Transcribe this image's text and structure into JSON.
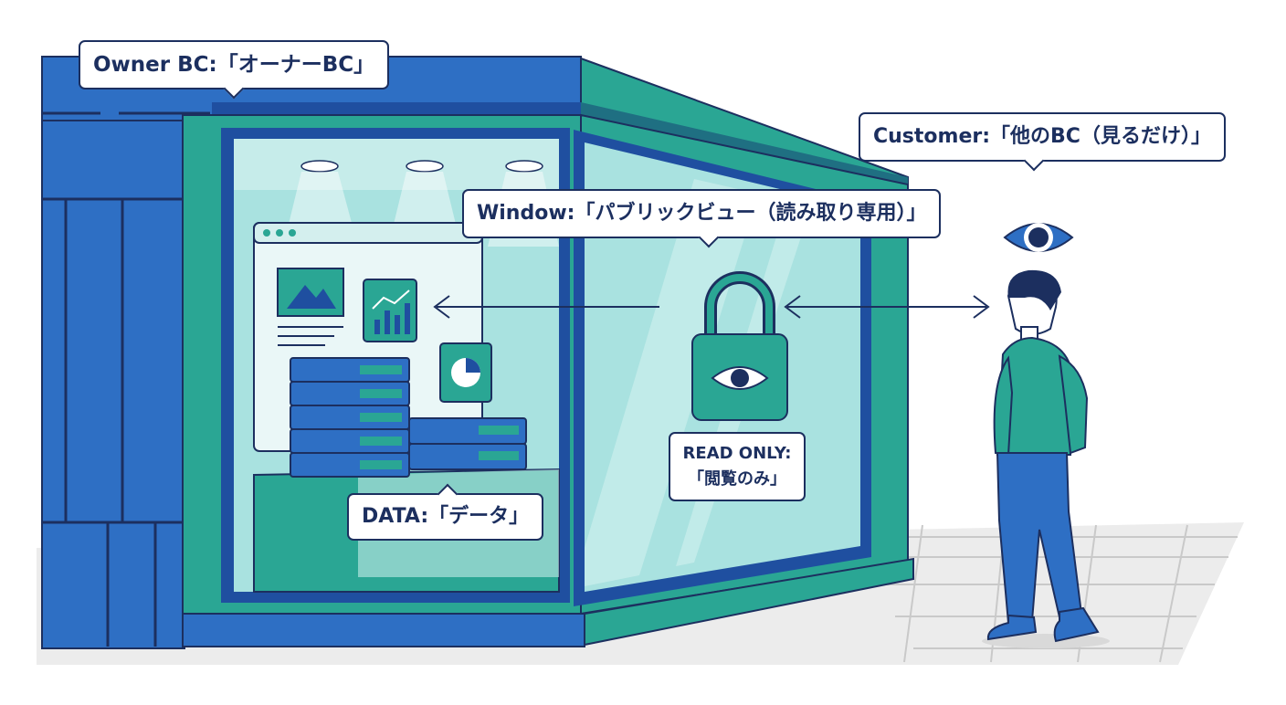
{
  "labels": {
    "owner": "Owner BC:「オーナーBC」",
    "customer": "Customer:「他のBC（見るだけ）」",
    "window": "Window:「パブリックビュー（読み取り専用）」",
    "data": "DATA:「データ」",
    "read_only_line1": "READ ONLY:",
    "read_only_line2": "「閲覧のみ」"
  },
  "icons": [
    "eye-icon",
    "padlock-eye-icon",
    "image-icon",
    "bar-chart-icon",
    "pie-chart-icon",
    "server-icon",
    "two-way-arrow-icon"
  ],
  "colors": {
    "navy": "#1c2f5f",
    "building_blue": "#2e6fc4",
    "dark_blue": "#1f4fa0",
    "teal": "#2aa694",
    "glass": "#a9e2e0",
    "light_teal": "#c6ecea",
    "ground": "#e9e9e9"
  }
}
